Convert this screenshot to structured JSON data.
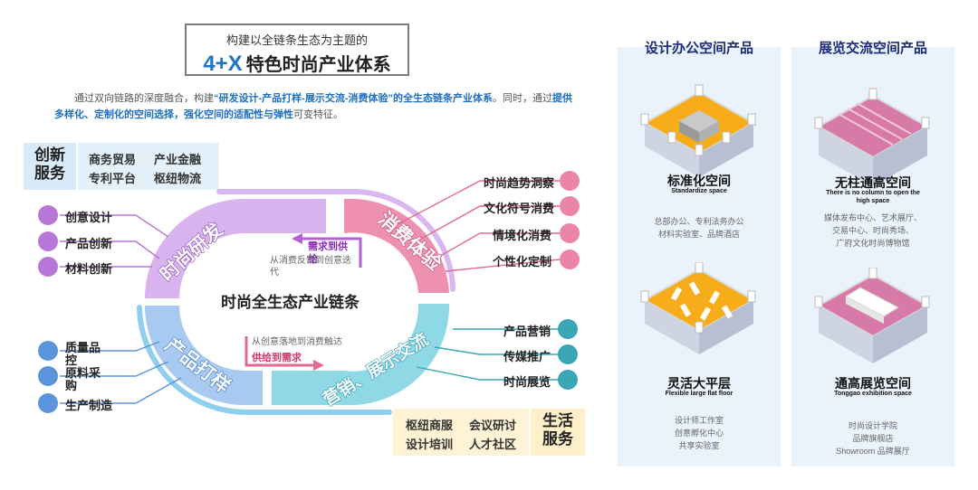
{
  "title": {
    "line1": "构建以全链条生态为主题的",
    "accent": "4+X",
    "line2": "特色时尚产业体系"
  },
  "intro": {
    "part1": "通过双向链路的深度融合，构建",
    "highlight1": "“研发设计-产品打样-展示交流-消费体验”的全生态链条产业体系",
    "part2": "。同时，通过",
    "highlight2": "提供多样化、定制化的空间选择，强化空间的适配性与弹性",
    "part3": "可变特征。"
  },
  "services_top": {
    "head_line1": "创新",
    "head_line2": "服务",
    "items": [
      "商务贸易",
      "产业金融",
      "专利平台",
      "枢纽物流"
    ]
  },
  "services_bottom": {
    "head_line1": "生活",
    "head_line2": "服务",
    "items": [
      "枢纽商服",
      "会议研讨",
      "设计培训",
      "人才社区"
    ]
  },
  "ring": {
    "center_title": "时尚全生态产业链条",
    "seg_rd": "时尚研发",
    "seg_consume": "消费体验",
    "seg_sample": "产品打样",
    "seg_market": "营销、展示交流",
    "arrow_top_label": "需求到供给",
    "arrow_top_desc": "从消费反馈到创意迭代",
    "arrow_bot_label": "供给到需求",
    "arrow_bot_desc": "从创意落地到消费触达"
  },
  "left_items": {
    "rd": [
      "创意设计",
      "产品创新",
      "材料创新"
    ],
    "sample": [
      "质量品控",
      "原料采购",
      "生产制造"
    ]
  },
  "right_items": {
    "consume": [
      "时尚趋势洞察",
      "文化符号消费",
      "情境化消费",
      "个性化定制"
    ],
    "market": [
      "产品营销",
      "传媒推广",
      "时尚展览"
    ]
  },
  "panel_office": {
    "title": "设计办公空间产品",
    "space1": {
      "name": "标准化空间",
      "en": "Standardize space",
      "desc": [
        "总部办公、专利法务办公",
        "材料实验室、品牌酒店"
      ]
    },
    "space2": {
      "name": "灵活大平层",
      "en": "Flexible large flat floor",
      "desc": [
        "设计师工作室",
        "创意孵化中心",
        "共享实验室"
      ]
    }
  },
  "panel_expo": {
    "title": "展览交流空间产品",
    "space1": {
      "name": "无柱通高空间",
      "en_line1": "There is no column to open the",
      "en_line2": "high space",
      "desc": [
        "媒体发布中心、艺术展厅、",
        "交易中心、时尚秀场、",
        "广府文化时尚博物馆"
      ]
    },
    "space2": {
      "name": "通高展览空间",
      "en": "Tonggao exhibition space",
      "desc": [
        "时尚设计学院",
        "品牌旗舰店",
        "Showroom 品牌展厅"
      ]
    }
  },
  "colors": {
    "rd": "#d9b3ee",
    "consume": "#ee90b0",
    "sample": "#a8caf0",
    "market": "#8fd8e6",
    "purple_dot": "#b777d8",
    "pink_dot": "#ec83a8",
    "blue_dot": "#5a94dd",
    "teal_dot": "#3aa5b4",
    "accent": "#1f74c4",
    "orange_floor": "#f7ad1a",
    "pink_floor": "#d77aa7"
  }
}
